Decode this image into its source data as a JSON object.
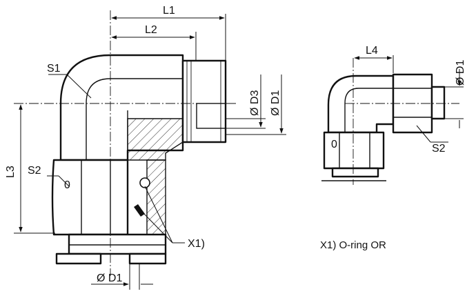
{
  "labels": {
    "L1": "L1",
    "L2": "L2",
    "L3": "L3",
    "L4": "L4",
    "S1": "S1",
    "S2_left": "S2",
    "S2_right": "S2",
    "D3": "Ø D3",
    "D1_top": "Ø D1",
    "D1_bottom": "Ø D1",
    "D1_right": "Ø D1",
    "X1": "X1)",
    "zero_left": "0",
    "zero_right": "0"
  },
  "footnote": "X1) O-ring OR"
}
